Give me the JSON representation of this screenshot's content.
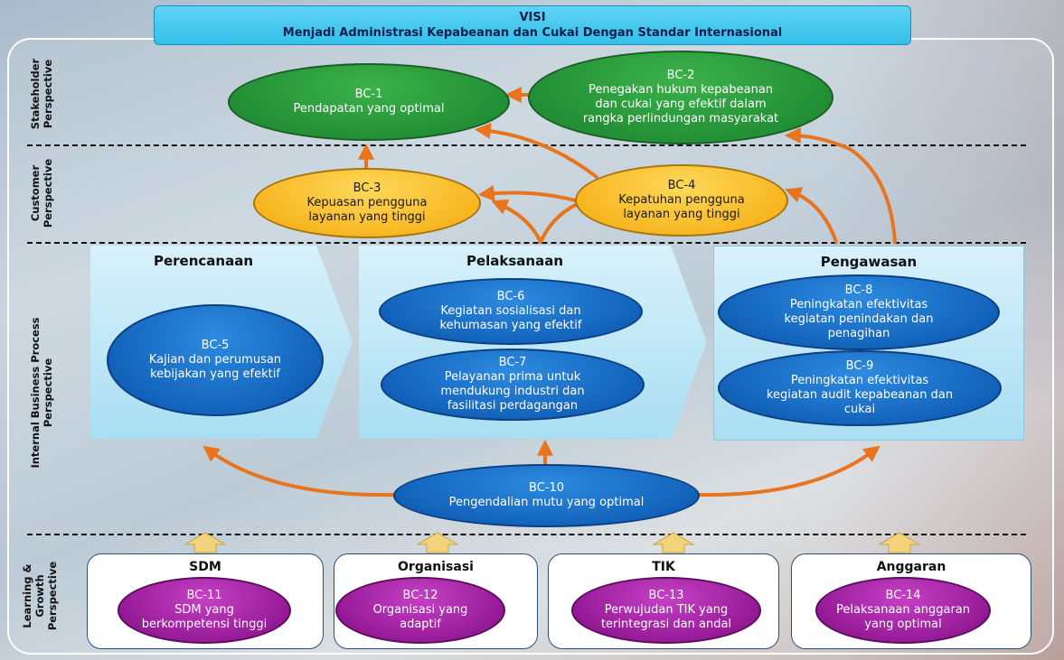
{
  "vision": {
    "label": "VISI",
    "text": "Menjadi Administrasi Kepabeanan dan Cukai Dengan Standar Internasional"
  },
  "perspectives": {
    "stakeholder_1": "Stakeholder",
    "stakeholder_2": "Perspective",
    "customer_1": "Customer",
    "customer_2": "Perspective",
    "internal_1": "Internal Business Process",
    "internal_2": "Perspective",
    "learning_1": "Learning &",
    "learning_2": "Growth",
    "learning_3": "Perspective"
  },
  "process_groups": {
    "perencanaan": "Perencanaan",
    "pelaksanaan": "Pelaksanaan",
    "pengawasan": "Pengawasan"
  },
  "resource_groups": {
    "sdm": "SDM",
    "organisasi": "Organisasi",
    "tik": "TIK",
    "anggaran": "Anggaran"
  },
  "objectives": {
    "bc1": {
      "code": "BC-1",
      "l1": "Pendapatan yang optimal"
    },
    "bc2": {
      "code": "BC-2",
      "l1": "Penegakan hukum kepabeanan",
      "l2": "dan cukai yang efektif dalam",
      "l3": "rangka perlindungan masyarakat"
    },
    "bc3": {
      "code": "BC-3",
      "l1": "Kepuasan pengguna",
      "l2": "layanan yang tinggi"
    },
    "bc4": {
      "code": "BC-4",
      "l1": "Kepatuhan pengguna",
      "l2": "layanan yang tinggi"
    },
    "bc5": {
      "code": "BC-5",
      "l1": "Kajian dan perumusan",
      "l2": "kebijakan yang efektif"
    },
    "bc6": {
      "code": "BC-6",
      "l1": "Kegiatan sosialisasi dan",
      "l2": "kehumasan yang efektif"
    },
    "bc7": {
      "code": "BC-7",
      "l1": "Pelayanan prima untuk",
      "l2": "mendukung industri dan",
      "l3": "fasilitasi perdagangan"
    },
    "bc8": {
      "code": "BC-8",
      "l1": "Peningkatan efektivitas",
      "l2": "kegiatan penindakan dan",
      "l3": "penagihan"
    },
    "bc9": {
      "code": "BC-9",
      "l1": "Peningkatan efektivitas",
      "l2": "kegiatan audit kepabeanan dan",
      "l3": "cukai"
    },
    "bc10": {
      "code": "BC-10",
      "l1": "Pengendalian mutu yang optimal"
    },
    "bc11": {
      "code": "BC-11",
      "l1": "SDM yang",
      "l2": "berkompetensi tinggi"
    },
    "bc12": {
      "code": "BC-12",
      "l1": "Organisasi yang",
      "l2": "adaptif"
    },
    "bc13": {
      "code": "BC-13",
      "l1": "Perwujudan TIK yang",
      "l2": "terintegrasi dan andal"
    },
    "bc14": {
      "code": "BC-14",
      "l1": "Pelaksanaan anggaran",
      "l2": "yang optimal"
    }
  },
  "colors": {
    "stakeholder": "#1f8a33",
    "customer": "#f6b21a",
    "internal": "#0f5db5",
    "learning": "#8f1690",
    "arrow": "#e8741e",
    "up_arrow": "#f2d27a",
    "vision": "#34bfe9"
  }
}
